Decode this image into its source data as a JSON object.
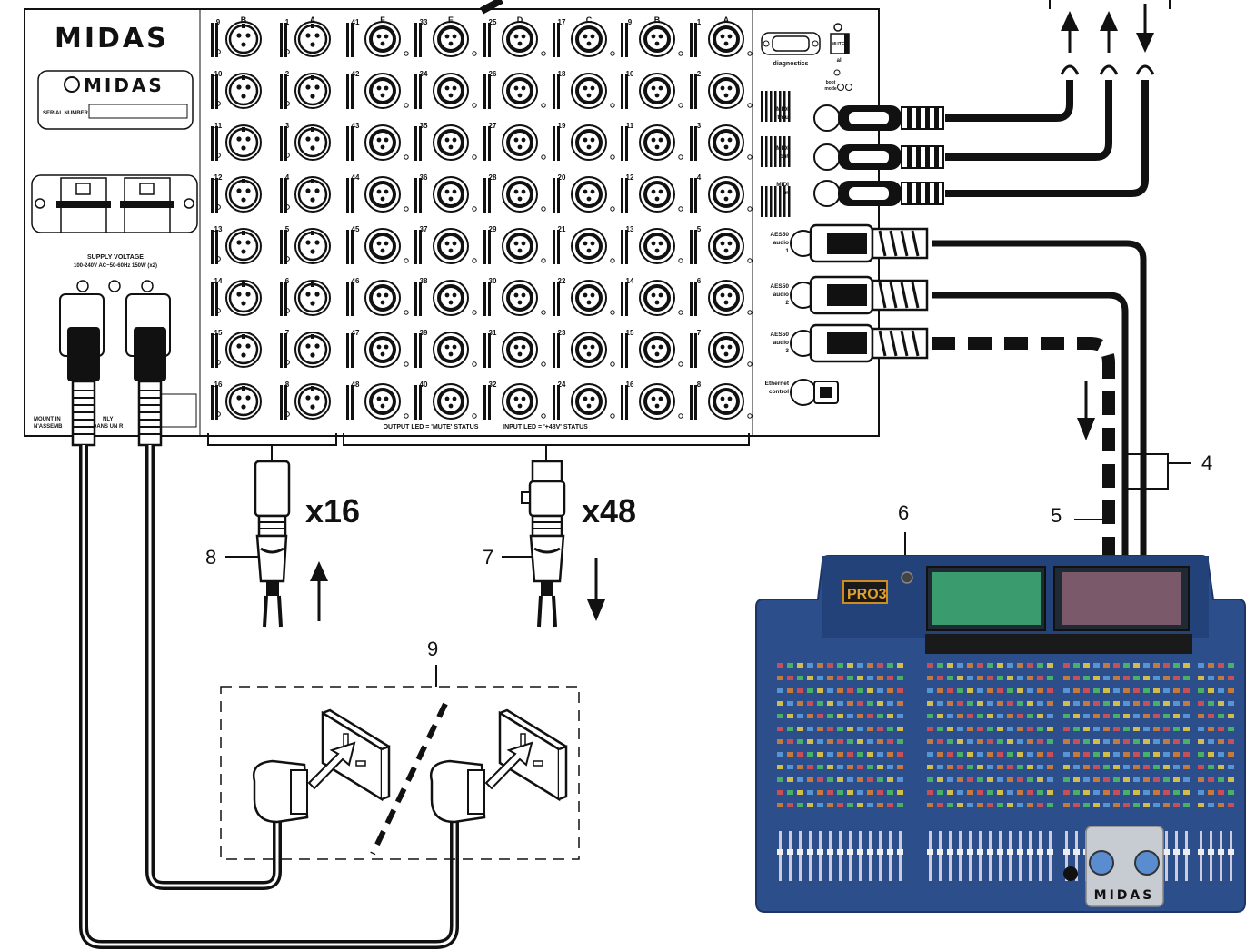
{
  "rack": {
    "logo_top": "MIDAS",
    "logo_badge": "MIDAS",
    "serial_label": "SERIAL NUMBER",
    "supply_voltage": "SUPPLY VOLTAGE",
    "supply_spec": "100-240V  AC~50-60Hz 150W (x2)",
    "mount_note_1": "MOUNT IN",
    "mount_note_1b": "NLY",
    "mount_note_2": "N'ASSEMB",
    "mount_note_2b": "DANS UN R",
    "output_led_note": "OUTPUT LED = 'MUTE' STATUS",
    "input_led_note": "INPUT LED = '+48V' STATUS",
    "diagnostics_label": "diagnostics",
    "mute_label": "MUTE",
    "mute_all_label": "all",
    "boot_mode_label_1": "boot",
    "boot_mode_label_2": "mode",
    "left_bank_letters": [
      "B",
      "A"
    ],
    "right_bank_letters": [
      "F",
      "E",
      "D",
      "C",
      "B",
      "A"
    ],
    "left_bank_numbers": [
      [
        "9",
        "10",
        "11",
        "12",
        "13",
        "14",
        "15",
        "16"
      ],
      [
        "1",
        "2",
        "3",
        "4",
        "5",
        "6",
        "7",
        "8"
      ]
    ],
    "right_bank_numbers": [
      [
        "41",
        "42",
        "43",
        "44",
        "45",
        "46",
        "47",
        "48"
      ],
      [
        "33",
        "34",
        "35",
        "36",
        "37",
        "38",
        "39",
        "40"
      ],
      [
        "25",
        "26",
        "27",
        "28",
        "29",
        "30",
        "31",
        "32"
      ],
      [
        "17",
        "18",
        "19",
        "20",
        "21",
        "22",
        "23",
        "24"
      ],
      [
        "9",
        "10",
        "11",
        "12",
        "13",
        "14",
        "15",
        "16"
      ],
      [
        "1",
        "2",
        "3",
        "4",
        "5",
        "6",
        "7",
        "8"
      ]
    ],
    "ports": [
      {
        "line1": "MIDI",
        "line2": "thru",
        "line3": ""
      },
      {
        "line1": "MIDI",
        "line2": "out",
        "line3": ""
      },
      {
        "line1": "MIDI",
        "line2": "in",
        "line3": ""
      },
      {
        "line1": "AES50",
        "line2": "audio",
        "line3": "1"
      },
      {
        "line1": "AES50",
        "line2": "audio",
        "line3": "2"
      },
      {
        "line1": "AES50",
        "line2": "audio",
        "line3": "3"
      },
      {
        "line1": "Ethernet",
        "line2": "control",
        "line3": ""
      }
    ]
  },
  "callouts": {
    "count_outputs": "x16",
    "count_inputs": "x48",
    "n4": "4",
    "n5": "5",
    "n6": "6",
    "n7": "7",
    "n8": "8",
    "n9": "9"
  },
  "console": {
    "badge": "PRO3",
    "logo": "MIDAS"
  },
  "colors": {
    "console_blue": "#2c4f8c",
    "console_dark": "#1c3566",
    "screen_green": "#3a9b6f",
    "line": "#111111"
  }
}
